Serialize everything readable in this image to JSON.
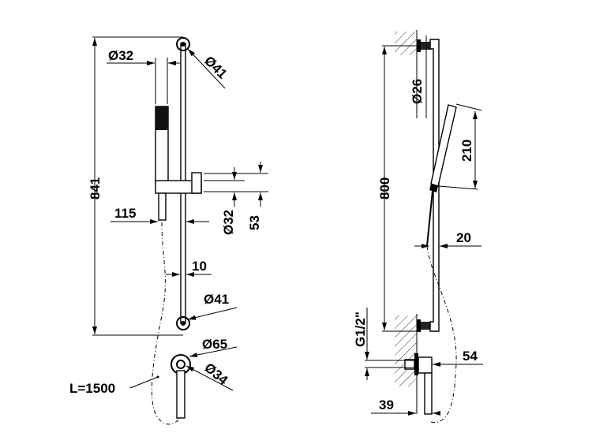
{
  "left_view": {
    "height_total": "841",
    "rail_top_diameter": "Ø32",
    "top_bracket_diameter": "Ø41",
    "holder_diameter": "Ø32",
    "holder_height": "53",
    "handshower_offset": "115",
    "rail_diameter": "10",
    "bottom_bracket_diameter": "Ø41",
    "outlet_flange_diameter": "Ø65",
    "outlet_diameter": "Ø34",
    "hose_length": "L=1500"
  },
  "right_view": {
    "bracket_spacing": "800",
    "bracket_diameter": "Ø26",
    "handshower_length": "210",
    "rail_projection": "20",
    "thread_size": "G1/2\"",
    "outlet_height": "54",
    "outlet_projection": "39"
  }
}
